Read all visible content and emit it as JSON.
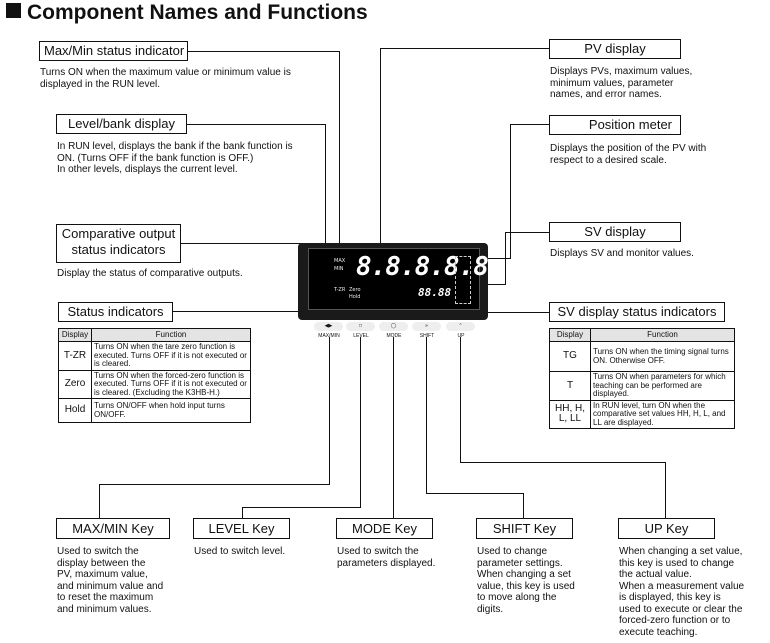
{
  "title": "Component Names and Functions",
  "labels": {
    "maxmin_status": "Max/Min status indicator",
    "level_bank": "Level/bank display",
    "comparative_1": "Comparative output",
    "comparative_2": "status indicators",
    "status_indicators": "Status indicators",
    "pv_display": "PV display",
    "position_meter": "Position meter",
    "sv_display": "SV display",
    "sv_status": "SV display status indicators"
  },
  "descriptions": {
    "maxmin_status": "Turns ON when the maximum value or minimum value is\ndisplayed in the RUN level.",
    "level_bank": "In RUN level, displays the bank if the bank function is\nON. (Turns OFF if the bank function is OFF.)\nIn other levels, displays the current level.",
    "comparative": "Display the status of comparative outputs.",
    "pv_display": "Displays PVs, maximum values,\nminimum values, parameter\nnames, and error names.",
    "position_meter": "Displays the position of the PV with\nrespect to a desired scale.",
    "sv_display": "Displays SV and monitor values."
  },
  "status_table": {
    "headers": [
      "Display",
      "Function"
    ],
    "rows": [
      {
        "display": "T-ZR",
        "function": "Turns ON when the tare zero function is executed. Turns OFF if it is not executed or is cleared."
      },
      {
        "display": "Zero",
        "function": "Turns ON when the forced-zero function is executed. Turns OFF if it is not executed or is cleared. (Excluding the K3HB-H.)"
      },
      {
        "display": "Hold",
        "function": "Turns ON/OFF when hold input turns ON/OFF."
      }
    ]
  },
  "sv_table": {
    "headers": [
      "Display",
      "Function"
    ],
    "rows": [
      {
        "display": "TG",
        "function": "Turns ON when the timing signal turns ON. Otherwise OFF."
      },
      {
        "display": "T",
        "function": "Turns ON when parameters for which teaching can be performed are displayed."
      },
      {
        "display": "HH, H, L, LL",
        "function": "In RUN level, turn ON when the comparative set values HH, H, L, and LL are displayed."
      }
    ]
  },
  "device": {
    "pv_digits": "8.8.8.8.8",
    "sv_digits": "88.88",
    "keys": [
      "MAX/MIN",
      "LEVEL",
      "MODE",
      "SHIFT",
      "UP"
    ],
    "indicators": [
      "T-ZR",
      "Zero",
      "Hold",
      "MAX",
      "MIN"
    ]
  },
  "keys": [
    {
      "name": "MAX/MIN Key",
      "desc": "Used to switch the\ndisplay between the\nPV, maximum value,\nand minimum value and\nto reset the maximum\nand minimum values."
    },
    {
      "name": "LEVEL Key",
      "desc": "Used to switch level."
    },
    {
      "name": "MODE Key",
      "desc": "Used to switch the\nparameters displayed."
    },
    {
      "name": "SHIFT Key",
      "desc": "Used to change\nparameter settings.\nWhen changing a set\nvalue, this key is used\nto move along the\ndigits."
    },
    {
      "name": "UP Key",
      "desc": "When changing a set value,\nthis key is used to change\nthe actual value.\nWhen a measurement value\nis displayed, this key is\nused to execute or clear the\nforced-zero function or to\nexecute teaching."
    }
  ]
}
